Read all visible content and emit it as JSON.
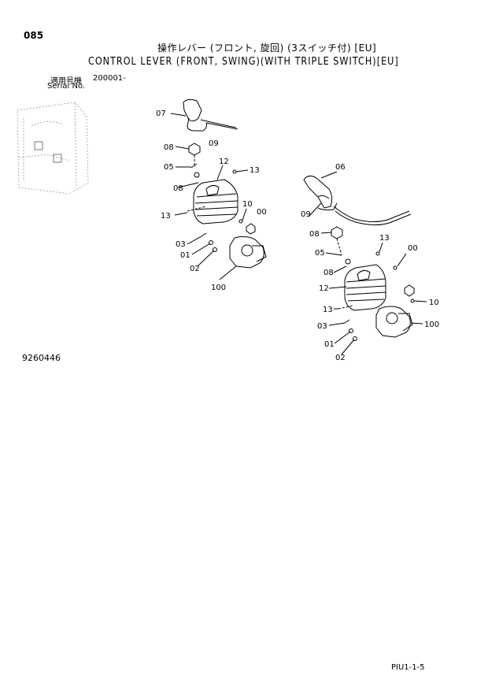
{
  "page_number": "085",
  "title_jp": "操作レバー (フロント, 旋回) (3スイッチ付) [EU]",
  "title_en": "CONTROL LEVER (FRONT, SWING)(WITH TRIPLE SWITCH)[EU]",
  "serial": {
    "label_jp": "適用号機",
    "label_en": "Serial No.",
    "value": "200001-"
  },
  "figure_number": "9260446",
  "footer_code": "PIU1-1-5",
  "callouts_left": [
    "07",
    "09",
    "08",
    "05",
    "12",
    "13",
    "08",
    "10",
    "00",
    "13",
    "03",
    "01",
    "02",
    "100"
  ],
  "callouts_right": [
    "06",
    "09",
    "08",
    "13",
    "05",
    "00",
    "08",
    "12",
    "13",
    "10",
    "03",
    "100",
    "01",
    "02"
  ]
}
